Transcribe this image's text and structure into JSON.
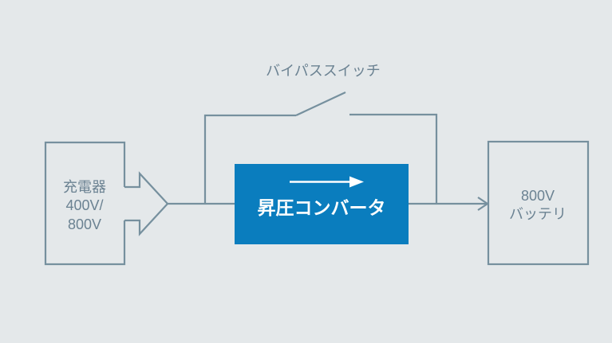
{
  "colors": {
    "background": "#e4e8ea",
    "line": "#76909e",
    "label": "#6b8292",
    "converter_fill": "#0a7dbe",
    "converter_text": "#ffffff"
  },
  "diagram": {
    "bypass_switch_label": "バイパススイッチ",
    "charger_box": {
      "line1": "充電器",
      "line2": "400V/",
      "line3": "800V"
    },
    "converter_box": {
      "label": "昇圧コンバータ"
    },
    "battery_box": {
      "line1": "800V",
      "line2": "バッテリ"
    }
  }
}
